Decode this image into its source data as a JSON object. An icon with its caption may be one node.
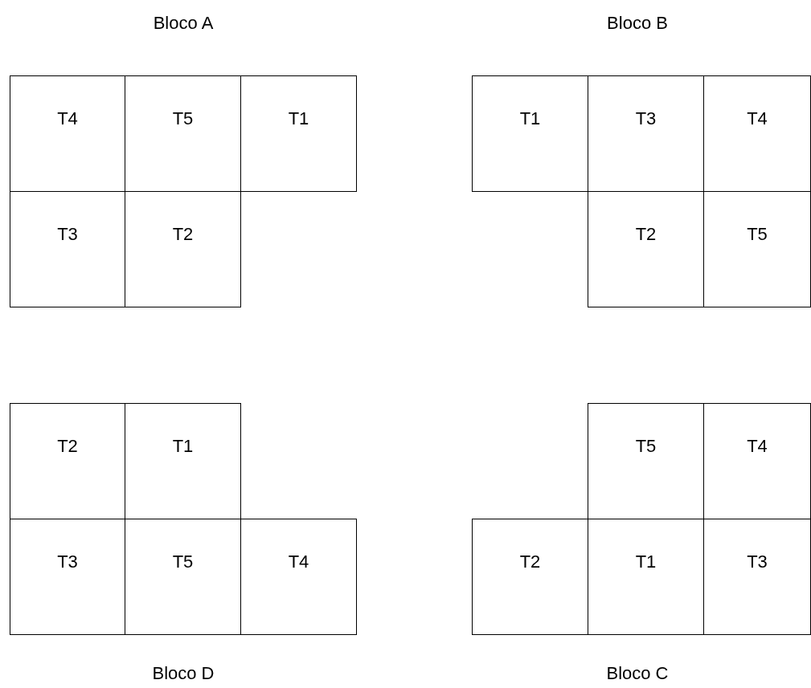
{
  "diagram": {
    "nodes": [
      {
        "text": [
          "T4"
        ]
      },
      {
        "text": [
          "T5"
        ]
      },
      {
        "text": [
          "T1"
        ]
      },
      {
        "text": [
          "T1"
        ]
      },
      {
        "text": [
          "T3"
        ]
      },
      {
        "text": [
          "T4"
        ]
      },
      {
        "text": [
          "T3"
        ]
      },
      {
        "text": [
          "T2"
        ]
      },
      {
        "text": [
          "T2"
        ]
      },
      {
        "text": [
          "T5"
        ]
      },
      {
        "text": [
          "T2"
        ]
      },
      {
        "text": [
          "T1"
        ]
      },
      {
        "text": [
          "T5"
        ]
      },
      {
        "text": [
          "T4"
        ]
      },
      {
        "text": [
          "T3"
        ]
      },
      {
        "text": [
          "T5"
        ]
      },
      {
        "text": [
          "T4"
        ]
      },
      {
        "text": [
          "T2"
        ]
      },
      {
        "text": [
          "T1"
        ]
      },
      {
        "text": [
          "T3"
        ]
      }
    ],
    "labels": [
      "Bloco A",
      "Bloco B",
      "Bloco D",
      "Bloco C"
    ]
  }
}
